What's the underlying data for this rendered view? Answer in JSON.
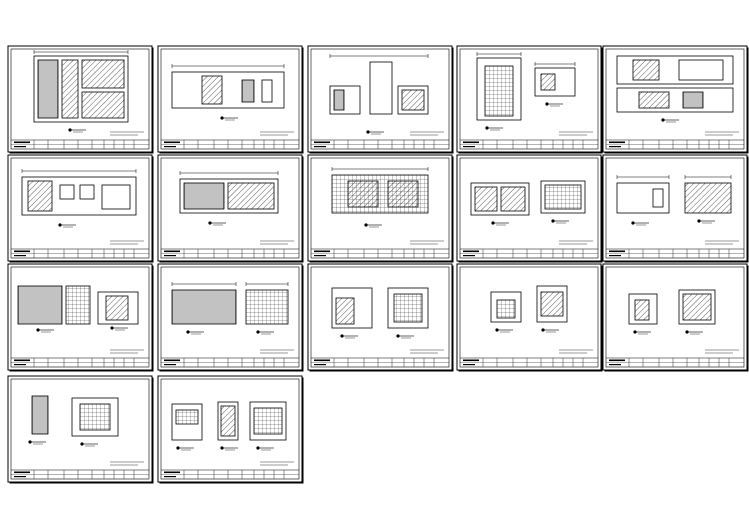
{
  "viewer": {
    "background_color": "#ffffff",
    "line_color": "#000000",
    "hatch_color": "#333333"
  },
  "layout_grid": {
    "rows": 4,
    "columns": 5,
    "sheet_count": 17
  },
  "sheets": [
    {
      "drawing": "elevation-tall-hatched"
    },
    {
      "drawing": "elevation-wide-stair"
    },
    {
      "drawing": "elevation-cabinets"
    },
    {
      "drawing": "elevation-door-and-side"
    },
    {
      "drawing": "elevation-upper-lower"
    },
    {
      "drawing": "elevation-wide-panels"
    },
    {
      "drawing": "elevation-wide-arches"
    },
    {
      "drawing": "elevation-tile-grid"
    },
    {
      "drawing": "elevation-pair-panels"
    },
    {
      "drawing": "elevation-pair-mixed"
    },
    {
      "drawing": "elevation-pair-grid"
    },
    {
      "drawing": "elevation-pair-dense"
    },
    {
      "drawing": "elevation-pair-small"
    },
    {
      "drawing": "elevation-pair-square"
    },
    {
      "drawing": "elevation-pair-square-hatched"
    },
    {
      "drawing": "elevation-narrow-and-square"
    },
    {
      "drawing": "elevation-three-small"
    }
  ]
}
